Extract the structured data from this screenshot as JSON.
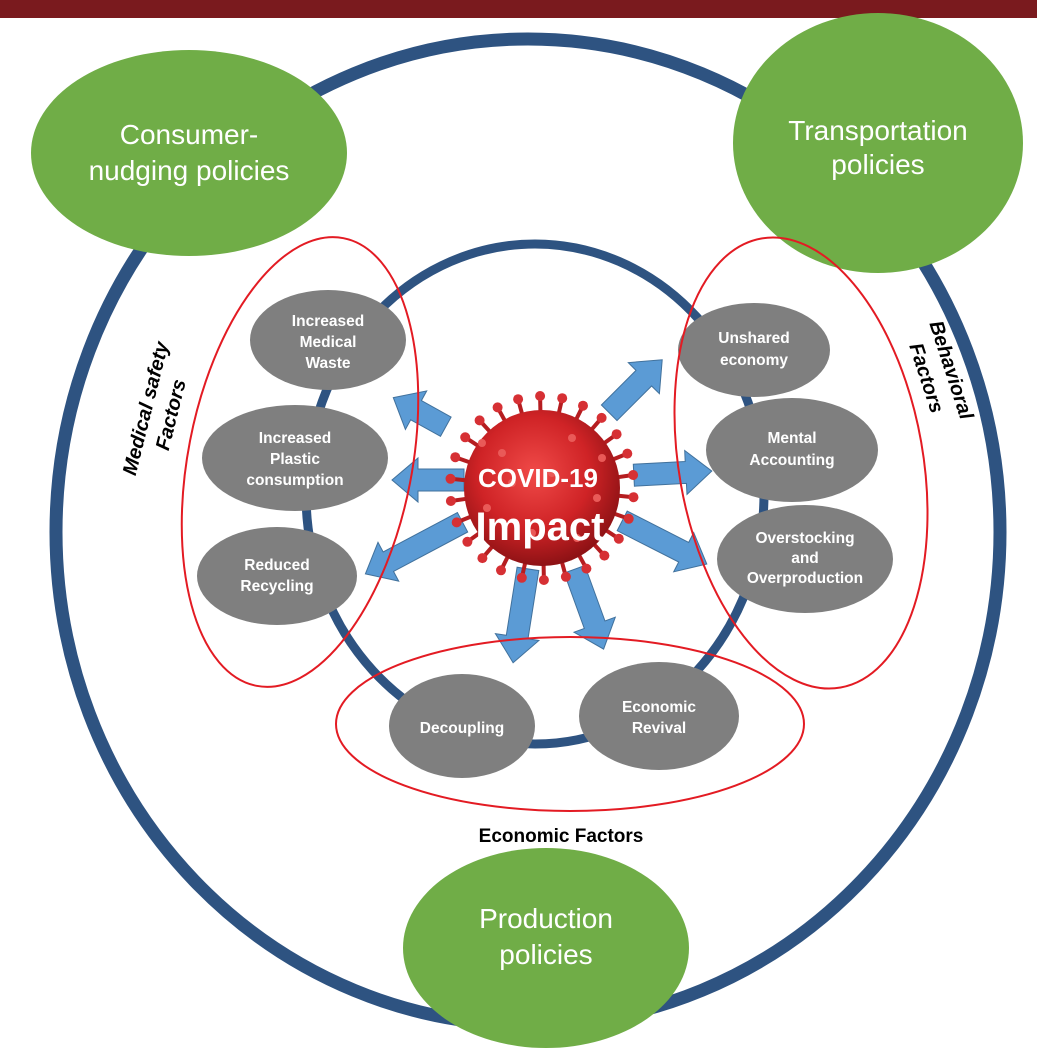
{
  "policies": {
    "consumer_line1": "Consumer-",
    "consumer_line2": "nudging policies",
    "transport_line1": "Transportation",
    "transport_line2": "policies",
    "production_line1": "Production",
    "production_line2": "policies"
  },
  "center": {
    "line1": "COVID-19",
    "line2": "Impact"
  },
  "medical_factors": {
    "label_line1": "Medical safety",
    "label_line2": "Factors",
    "items": [
      {
        "lines": [
          "Increased",
          "Medical",
          "Waste"
        ]
      },
      {
        "lines": [
          "Increased",
          "Plastic",
          "consumption"
        ]
      },
      {
        "lines": [
          "Reduced",
          "Recycling"
        ]
      }
    ]
  },
  "behavioral_factors": {
    "label_line1": "Behavioral",
    "label_line2": "Factors",
    "items": [
      {
        "lines": [
          "Unshared",
          "economy"
        ]
      },
      {
        "lines": [
          "Mental",
          "Accounting"
        ]
      },
      {
        "lines": [
          "Overstocking",
          "and",
          "Overproduction"
        ]
      }
    ]
  },
  "economic_factors": {
    "label": "Economic Factors",
    "items": [
      {
        "lines": [
          "Decoupling"
        ]
      },
      {
        "lines": [
          "Economic",
          "Revival"
        ]
      }
    ]
  },
  "colors": {
    "ring": "#2e5381",
    "policy_fill": "#70ad47",
    "factor_fill": "#7f7f7f",
    "arrow_fill": "#5b9bd5",
    "group_outline": "#e31b23",
    "virus_red": "#d0262a",
    "top_bar": "#7a1a1e"
  }
}
